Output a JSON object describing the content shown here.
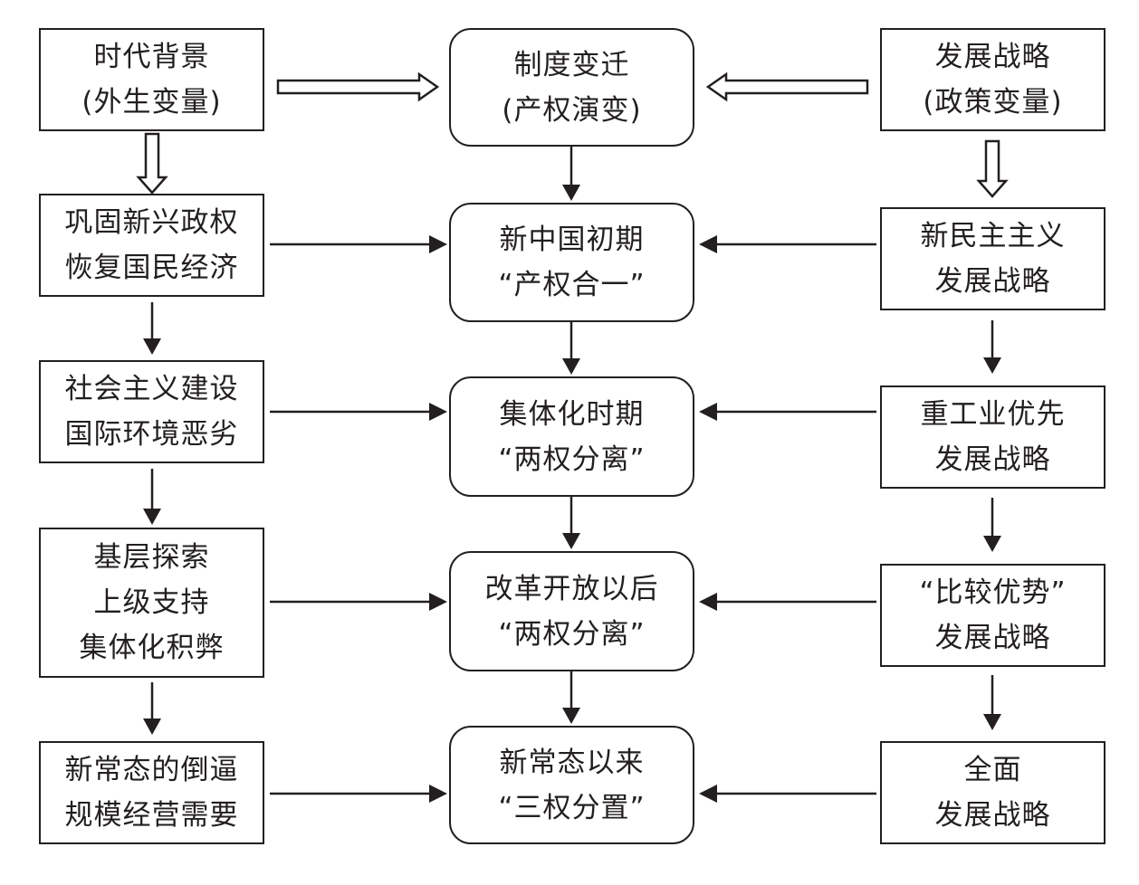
{
  "diagram": {
    "left_column": [
      {
        "lines": [
          "时代背景",
          "(外生变量)"
        ]
      },
      {
        "lines": [
          "巩固新兴政权",
          "恢复国民经济"
        ]
      },
      {
        "lines": [
          "社会主义建设",
          "国际环境恶劣"
        ]
      },
      {
        "lines": [
          "基层探索",
          "上级支持",
          "集体化积弊"
        ]
      },
      {
        "lines": [
          "新常态的倒逼",
          "规模经营需要"
        ]
      }
    ],
    "center_column": [
      {
        "lines": [
          "制度变迁",
          "(产权演变)"
        ]
      },
      {
        "lines": [
          "新中国初期",
          "“产权合一”"
        ]
      },
      {
        "lines": [
          "集体化时期",
          "“两权分离”"
        ]
      },
      {
        "lines": [
          "改革开放以后",
          "“两权分离”"
        ]
      },
      {
        "lines": [
          "新常态以来",
          "“三权分置”"
        ]
      }
    ],
    "right_column": [
      {
        "lines": [
          "发展战略",
          "(政策变量)"
        ]
      },
      {
        "lines": [
          "新民主主义",
          "发展战略"
        ]
      },
      {
        "lines": [
          "重工业优先",
          "发展战略"
        ]
      },
      {
        "lines": [
          "“比较优势”",
          "发展战略"
        ]
      },
      {
        "lines": [
          "全面",
          "发展战略"
        ]
      }
    ]
  }
}
